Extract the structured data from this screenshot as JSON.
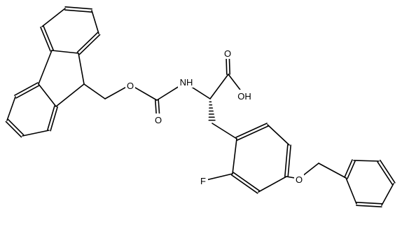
{
  "molecule": {
    "atoms": [
      {
        "id": "o_ester",
        "label": "O"
      },
      {
        "id": "o_carbonyl",
        "label": "O"
      },
      {
        "id": "nh",
        "label": "NH"
      },
      {
        "id": "oh",
        "label": "OH"
      },
      {
        "id": "o_acid",
        "label": "O"
      },
      {
        "id": "fluorine",
        "label": "F"
      },
      {
        "id": "o_ether",
        "label": "O"
      }
    ]
  }
}
